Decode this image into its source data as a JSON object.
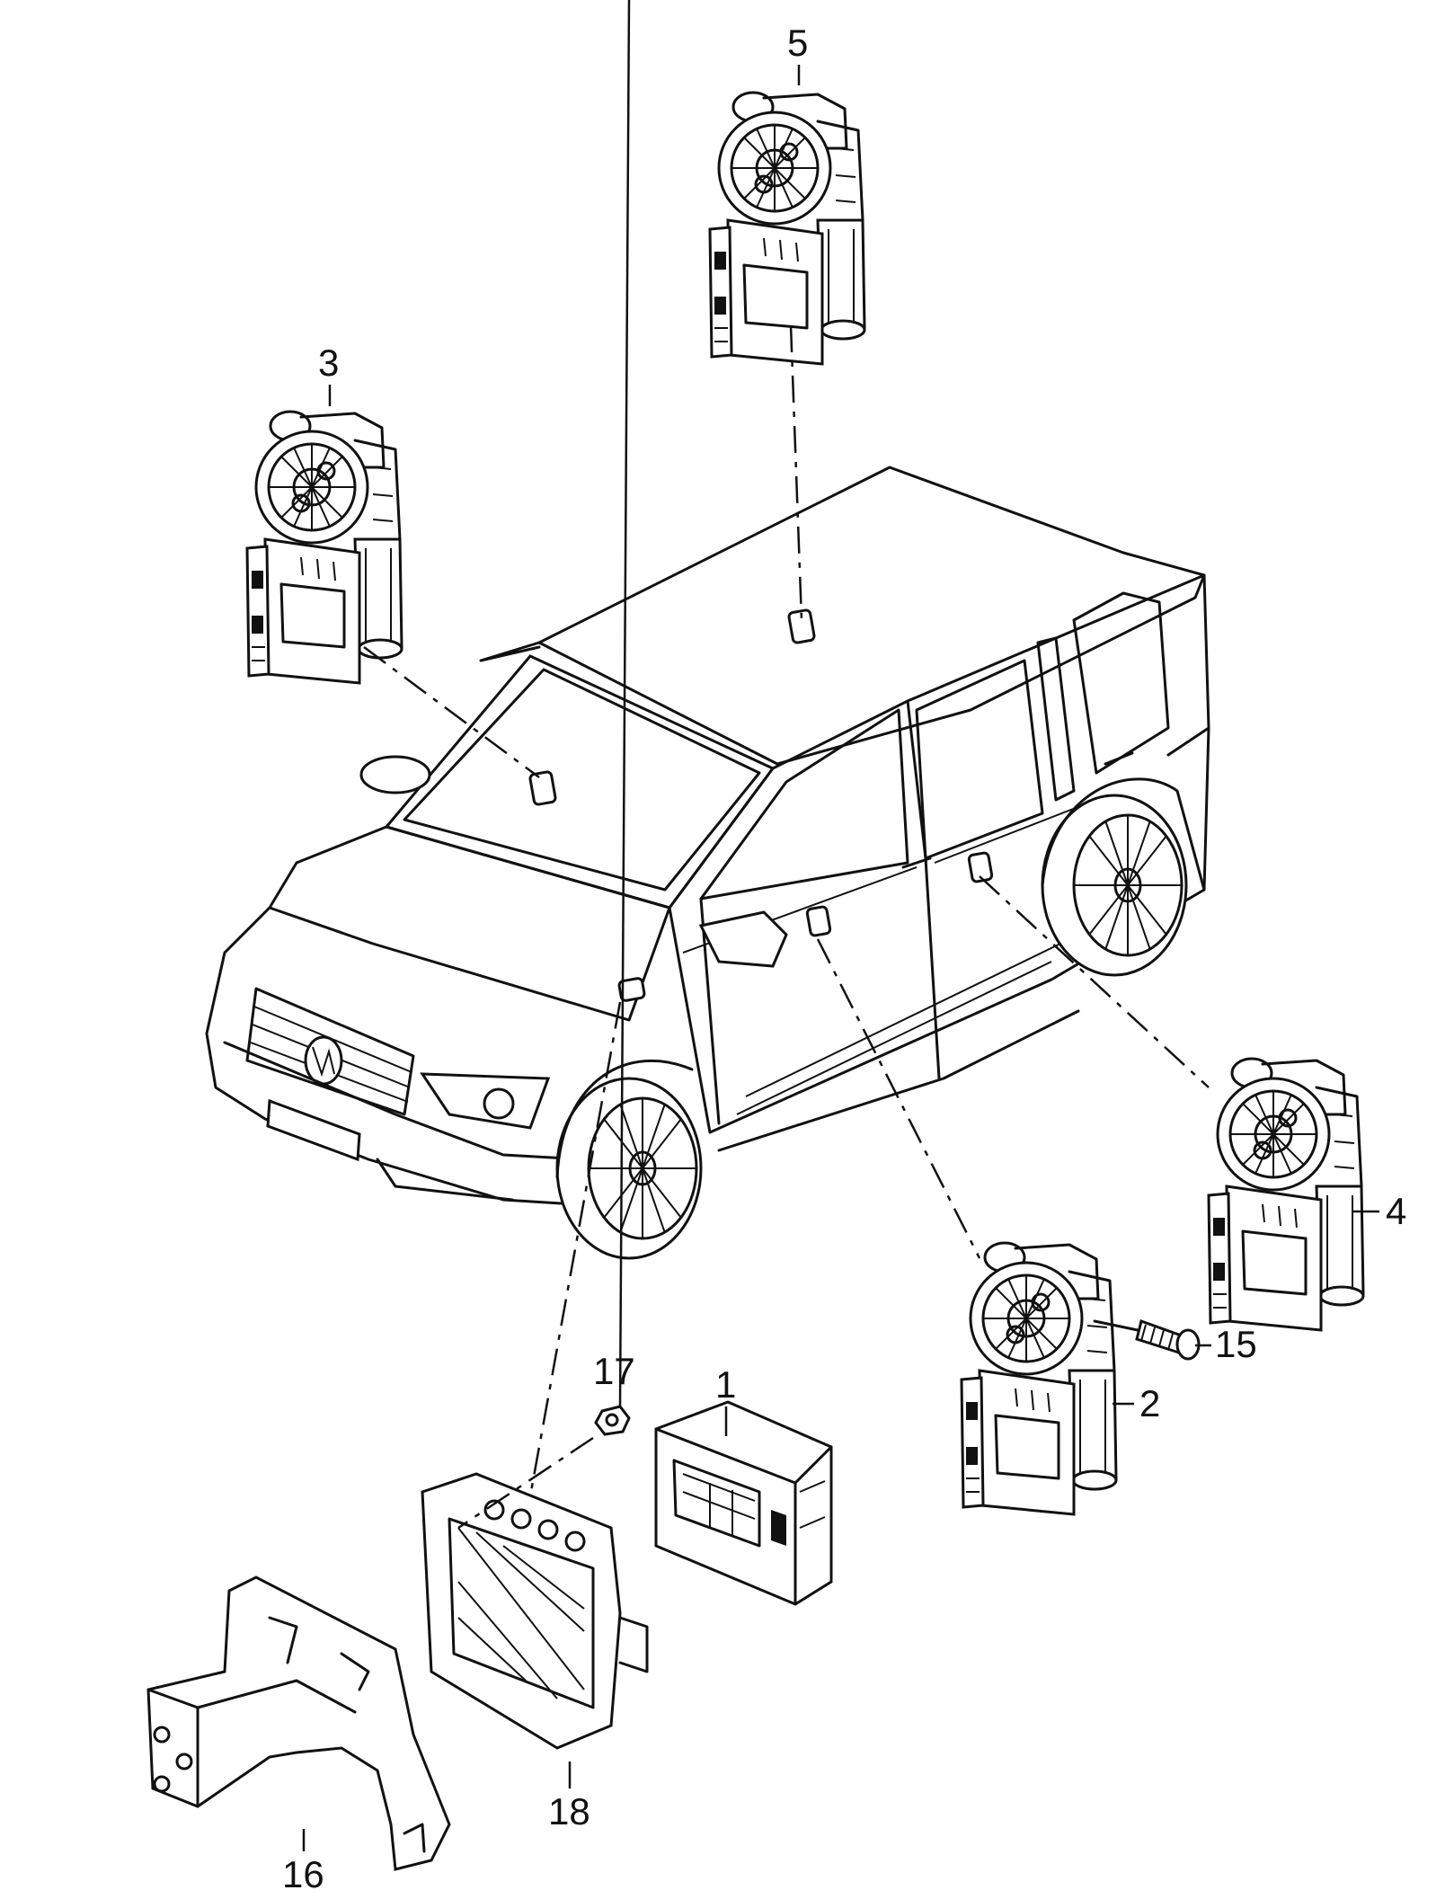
{
  "callouts": [
    {
      "id": "1",
      "label": "1"
    },
    {
      "id": "2",
      "label": "2"
    },
    {
      "id": "3",
      "label": "3"
    },
    {
      "id": "4",
      "label": "4"
    },
    {
      "id": "5",
      "label": "5"
    },
    {
      "id": "15",
      "label": "15"
    },
    {
      "id": "16",
      "label": "16"
    },
    {
      "id": "17",
      "label": "17"
    },
    {
      "id": "18",
      "label": "18"
    }
  ],
  "colors": {
    "ink": "#111111",
    "background": "#ffffff"
  }
}
